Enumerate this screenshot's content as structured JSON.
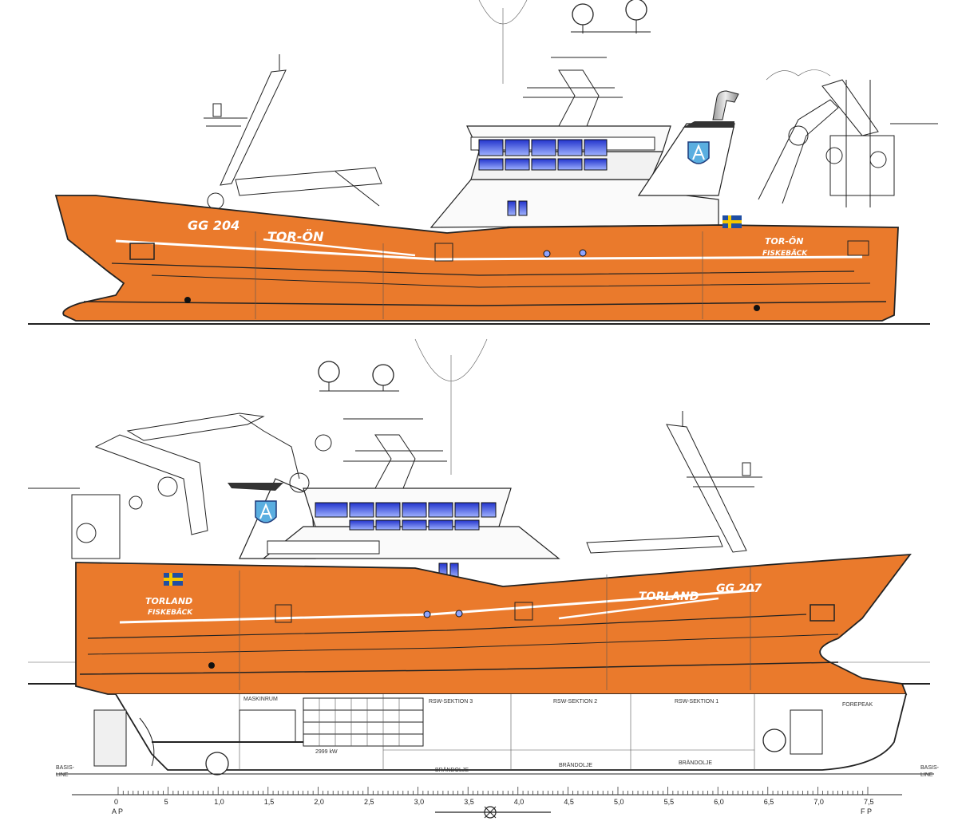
{
  "upper_vessel": {
    "bow_marking": "GG 204",
    "name": "TOR-ÖN",
    "stern_name": "TOR-ÖN",
    "home_port": "FISKEBÄCK"
  },
  "lower_vessel": {
    "name": "TORLAND",
    "registration": "GG 207",
    "stern_name": "TORLAND",
    "home_port": "FISKEBÄCK",
    "compartments": [
      "MASKINRUM",
      "RSW-SEKTION 3",
      "RSW-SEKTION 2",
      "RSW-SEKTION 1",
      "FOREPEAK"
    ],
    "tanks": [
      "BRÄNDOLJE",
      "BRÄNDOLJE",
      "BRÄNDOLJE"
    ],
    "engine_power": "2999 kW",
    "baseline_label_left": [
      "BASIS-",
      "LINE"
    ],
    "baseline_label_right": [
      "BASIS-",
      "LINE"
    ],
    "scale_ticks": [
      "0",
      "5",
      "1,0",
      "1,5",
      "2,0",
      "2,5",
      "3,0",
      "3,5",
      "4,0",
      "4,5",
      "5,0",
      "5,5",
      "6,0",
      "6,5",
      "7,0",
      "7,5"
    ],
    "ap_label": "A P",
    "fp_label": "F P"
  },
  "colors": {
    "hull_orange": "#ea7a2c",
    "line": "#222222",
    "window_blue": "#2b3fd6",
    "flag_blue": "#1f4ea3",
    "flag_yellow": "#f5c800"
  },
  "icons": [
    "company-logo-icon",
    "swedish-flag-icon",
    "radome-icon",
    "midship-symbol-icon"
  ]
}
